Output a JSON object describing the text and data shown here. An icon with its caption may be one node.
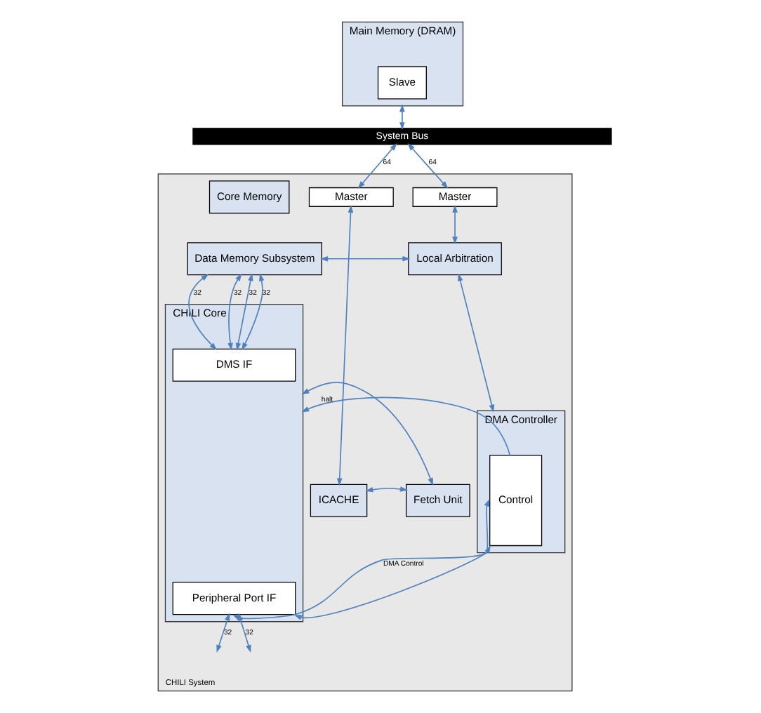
{
  "diagram": {
    "nodes": [
      {
        "text": [
          "Main Memory (DRAM)"
        ]
      },
      {
        "text": [
          "Slave"
        ],
        "in": 0
      },
      {
        "text": [
          "System Bus"
        ]
      },
      {
        "text": [
          "CHILI System"
        ]
      },
      {
        "text": [
          "Master"
        ],
        "in": 3
      },
      {
        "text": [
          "Master"
        ],
        "in": 3
      },
      {
        "text": [
          "Core Memory"
        ],
        "in": 3
      },
      {
        "text": [
          "Data Memory Subsystem"
        ],
        "in": 3
      },
      {
        "text": [
          "Local Arbitration"
        ],
        "in": 3
      },
      {
        "text": [
          "ICACHE"
        ],
        "in": 3
      },
      {
        "text": [
          "Fetch Unit"
        ],
        "in": 3
      },
      {
        "text": [
          "CHILI Core"
        ],
        "in": 3
      },
      {
        "text": [
          "DMS IF"
        ],
        "in": 11
      },
      {
        "text": [
          "Peripheral Port IF"
        ],
        "in": 11
      },
      {
        "text": [
          "DMA Controller"
        ],
        "in": 3
      },
      {
        "text": [
          "Control"
        ],
        "in": 14
      }
    ],
    "edges": [
      {
        "from": 0,
        "to": 2,
        "arrow": "both"
      },
      {
        "from": 2,
        "to": 4,
        "arrow": "both",
        "label": "64"
      },
      {
        "from": 2,
        "to": 5,
        "arrow": "both",
        "label": "64"
      },
      {
        "from": 4,
        "to": 9,
        "arrow": "both"
      },
      {
        "from": 5,
        "to": 8,
        "arrow": "both"
      },
      {
        "from": 7,
        "to": 8,
        "arrow": "both"
      },
      {
        "from": 8,
        "to": 14,
        "arrow": "both"
      },
      {
        "from": 7,
        "to": 12,
        "arrow": "both",
        "label": "32"
      },
      {
        "from": 7,
        "to": 12,
        "arrow": "both",
        "label": "32"
      },
      {
        "from": 7,
        "to": 12,
        "arrow": "both",
        "label": "32"
      },
      {
        "from": 7,
        "to": 12,
        "arrow": "both",
        "label": "32"
      },
      {
        "from": 9,
        "to": 10,
        "arrow": "both"
      },
      {
        "from": 10,
        "to": 11,
        "arrow": "both"
      },
      {
        "from": 15,
        "to": 11,
        "arrow": "to",
        "label": "halt"
      },
      {
        "from": 13,
        "to": 15,
        "arrow": "both",
        "label": "DMA Control"
      },
      {
        "from": 13,
        "to": 15,
        "arrow": "both"
      },
      {
        "from": 13,
        "to": null,
        "arrow": "both",
        "label": "32"
      },
      {
        "from": 13,
        "to": null,
        "arrow": "both",
        "label": "32"
      }
    ]
  }
}
